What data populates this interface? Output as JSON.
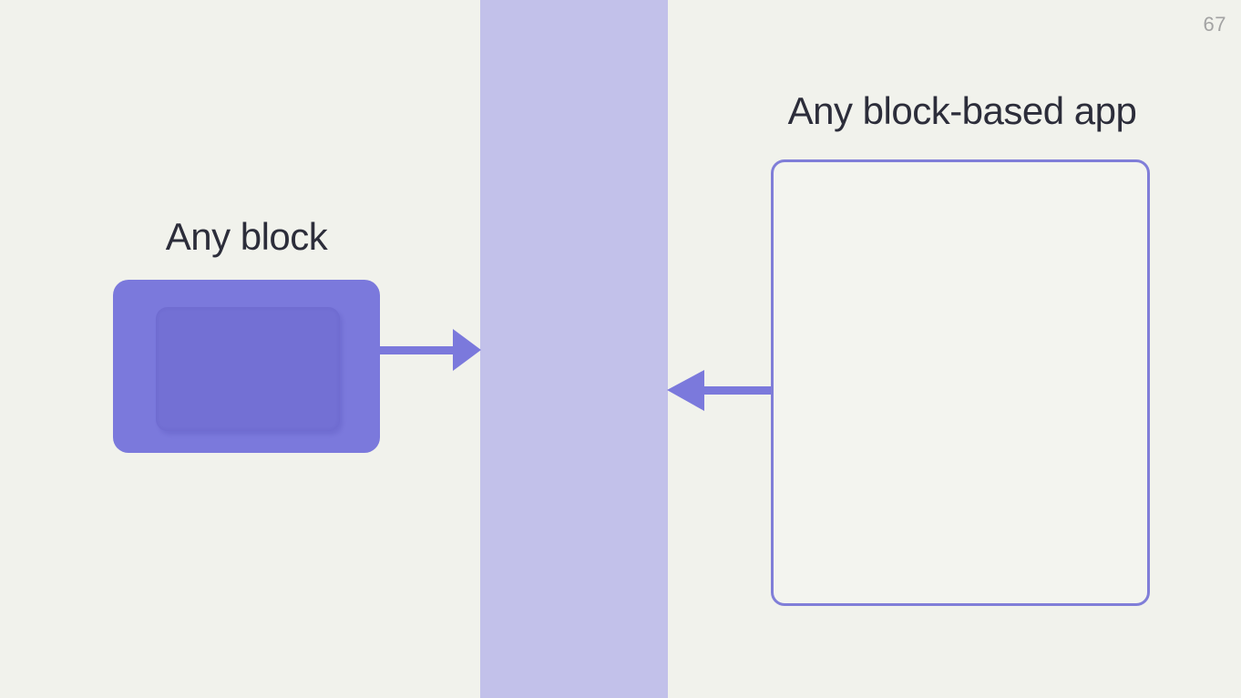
{
  "page_number": "67",
  "left": {
    "label": "Any block"
  },
  "right": {
    "label": "Any block-based app"
  },
  "icons": {
    "arrow_right": "arrow-right-icon",
    "arrow_left": "arrow-left-icon"
  },
  "colors": {
    "background": "#f1f2ec",
    "band": "#c2c1ea",
    "block": "#7b79dc",
    "block_inner_shade": "#6f6cd0",
    "outline_border": "#807ed8",
    "outline_fill": "#f3f4ef",
    "text": "#2c2d3a",
    "page_number": "#a3a3a3"
  }
}
